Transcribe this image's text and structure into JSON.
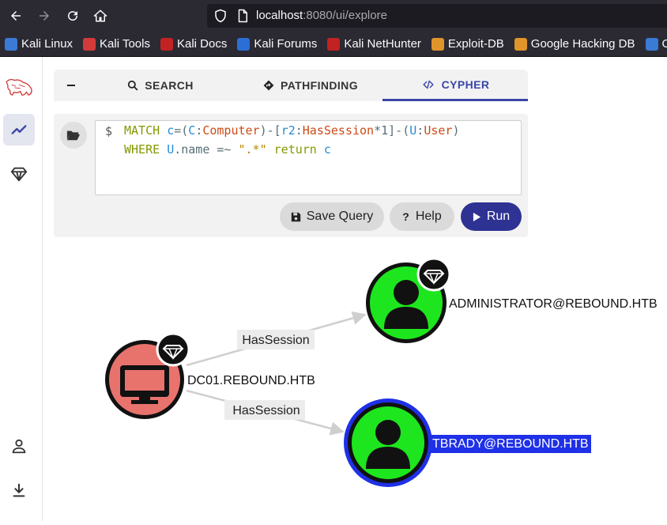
{
  "browser": {
    "url_host": "localhost",
    "url_rest": ":8080/ui/explore",
    "bookmarks": [
      {
        "label": "Kali Linux",
        "color": "#3a7bd5"
      },
      {
        "label": "Kali Tools",
        "color": "#d33b3b"
      },
      {
        "label": "Kali Docs",
        "color": "#c22222"
      },
      {
        "label": "Kali Forums",
        "color": "#2b6fd6"
      },
      {
        "label": "Kali NetHunter",
        "color": "#c22222"
      },
      {
        "label": "Exploit-DB",
        "color": "#e0952a"
      },
      {
        "label": "Google Hacking DB",
        "color": "#e0952a"
      },
      {
        "label": "OffSe",
        "color": "#3a7bd5"
      }
    ]
  },
  "tabs": {
    "search": "SEARCH",
    "pathfinding": "PATHFINDING",
    "cypher": "CYPHER"
  },
  "editor": {
    "prompt": "$",
    "line1": [
      {
        "t": "MATCH",
        "c": "kw"
      },
      {
        "t": " ",
        "c": "pun"
      },
      {
        "t": "c",
        "c": "var"
      },
      {
        "t": "=(",
        "c": "pun"
      },
      {
        "t": "C",
        "c": "var"
      },
      {
        "t": ":",
        "c": "pun"
      },
      {
        "t": "Computer",
        "c": "lbl"
      },
      {
        "t": ")-[",
        "c": "pun"
      },
      {
        "t": "r2",
        "c": "var"
      },
      {
        "t": ":",
        "c": "pun"
      },
      {
        "t": "HasSession",
        "c": "lbl"
      },
      {
        "t": "*1]-(",
        "c": "pun"
      },
      {
        "t": "U",
        "c": "var"
      },
      {
        "t": ":",
        "c": "pun"
      },
      {
        "t": "User",
        "c": "lbl"
      },
      {
        "t": ")",
        "c": "pun"
      }
    ],
    "line2": [
      {
        "t": "WHERE",
        "c": "kw"
      },
      {
        "t": " ",
        "c": "pun"
      },
      {
        "t": "U",
        "c": "var"
      },
      {
        "t": ".name =~ ",
        "c": "pun"
      },
      {
        "t": "\".*\"",
        "c": "str"
      },
      {
        "t": " ",
        "c": "pun"
      },
      {
        "t": "return",
        "c": "kw"
      },
      {
        "t": " ",
        "c": "pun"
      },
      {
        "t": "c",
        "c": "var"
      }
    ]
  },
  "buttons": {
    "save": "Save Query",
    "help": "Help",
    "run": "Run"
  },
  "graph": {
    "nodes": {
      "computer": "DC01.REBOUND.HTB",
      "admin": "ADMINISTRATOR@REBOUND.HTB",
      "tbrady": "TBRADY@REBOUND.HTB"
    },
    "edges": {
      "edge1": "HasSession",
      "edge2": "HasSession"
    },
    "colors": {
      "user_fill": "#1ee61e",
      "computer_fill": "#e8736d",
      "selected_ring": "#1f30e6",
      "run_button": "#2e3293",
      "active_tab": "#3a46a8"
    }
  }
}
